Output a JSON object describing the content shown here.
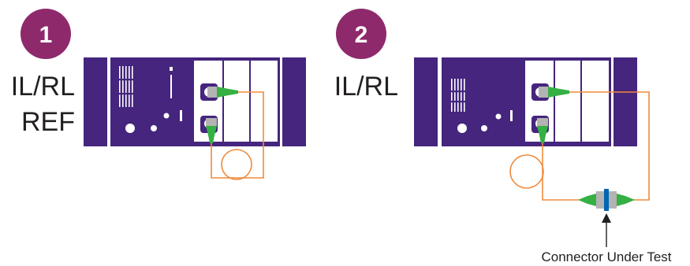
{
  "steps": [
    {
      "number": "1",
      "label_lines": [
        "IL/RL",
        "REF"
      ]
    },
    {
      "number": "2",
      "label_lines": [
        "IL/RL"
      ]
    }
  ],
  "callout": {
    "text": "Connector Under Test"
  },
  "colors": {
    "badge": "#8e2a6b",
    "chassis": "#45257d",
    "panel": "#ffffff",
    "fiber": "#f08a3c",
    "connector_boot": "#35b044",
    "connector_body": "#b3b3b3",
    "mating_sleeve": "#0066b3",
    "text": "#231f20"
  },
  "icons": [
    "optical-test-set-icon",
    "fiber-connector-icon",
    "fiber-loop-icon",
    "arrow-up-icon"
  ]
}
